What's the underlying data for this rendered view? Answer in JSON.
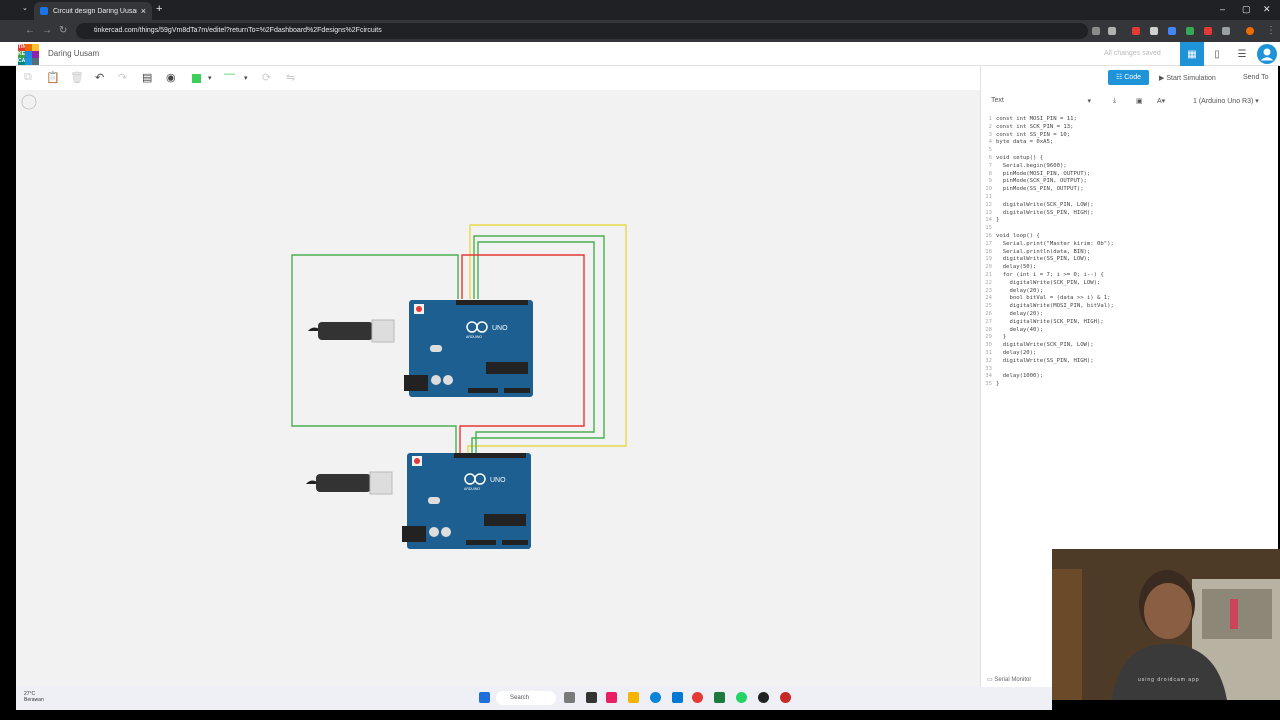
{
  "browser": {
    "tab_title": "Circuit design Daring Uusam - ...",
    "url": "tinkercad.com/things/59gVm8dTa7m/editel?returnTo=%2Fdashboard%2Fdesigns%2Fcircuits"
  },
  "app": {
    "logo_letters": [
      "TIN",
      "KER",
      "CAD"
    ],
    "design_name": "Daring Uusam",
    "save_status": "All changes saved"
  },
  "right_panel": {
    "code_button": "Code",
    "start_simulation": "Start Simulation",
    "send_to": "Send To",
    "editor_mode": "Text",
    "board": "1 (Arduino Uno R3)",
    "serial_monitor": "Serial Monitor"
  },
  "code_lines": [
    "const int MOSI_PIN = 11;",
    "const int SCK_PIN = 13;",
    "const int SS_PIN = 10;",
    "byte data = 0xA5;",
    "",
    "void setup() {",
    "  Serial.begin(9600);",
    "  pinMode(MOSI_PIN, OUTPUT);",
    "  pinMode(SCK_PIN, OUTPUT);",
    "  pinMode(SS_PIN, OUTPUT);",
    "",
    "  digitalWrite(SCK_PIN, LOW);",
    "  digitalWrite(SS_PIN, HIGH);",
    "}",
    "",
    "void loop() {",
    "  Serial.print(\"Master kirim: 0b\");",
    "  Serial.println(data, BIN);",
    "  digitalWrite(SS_PIN, LOW);",
    "  delay(50);",
    "  for (int i = 7; i >= 0; i--) {",
    "    digitalWrite(SCK_PIN, LOW);",
    "    delay(20);",
    "    bool bitVal = (data >> i) & 1;",
    "    digitalWrite(MOSI_PIN, bitVal);",
    "    delay(20);",
    "    digitalWrite(SCK_PIN, HIGH);",
    "    delay(40);",
    "  }",
    "  digitalWrite(SCK_PIN, LOW);",
    "  delay(20);",
    "  digitalWrite(SS_PIN, HIGH);",
    "",
    "  delay(1000);",
    "}"
  ],
  "boards": [
    {
      "label": "UNO",
      "brand": "ARDUINO"
    },
    {
      "label": "UNO",
      "brand": "ARDUINO"
    }
  ],
  "taskbar": {
    "weather_temp": "27°C",
    "weather_desc": "Berawan",
    "search_placeholder": "Search"
  },
  "webcam": {
    "caption": "using droidcam app"
  },
  "colors": {
    "tinkercad_blue": "#1f93d8",
    "arduino_board": "#1c5f90",
    "wire_green": "#4caf50",
    "wire_red": "#e53935",
    "wire_yellow": "#e8d84a"
  }
}
